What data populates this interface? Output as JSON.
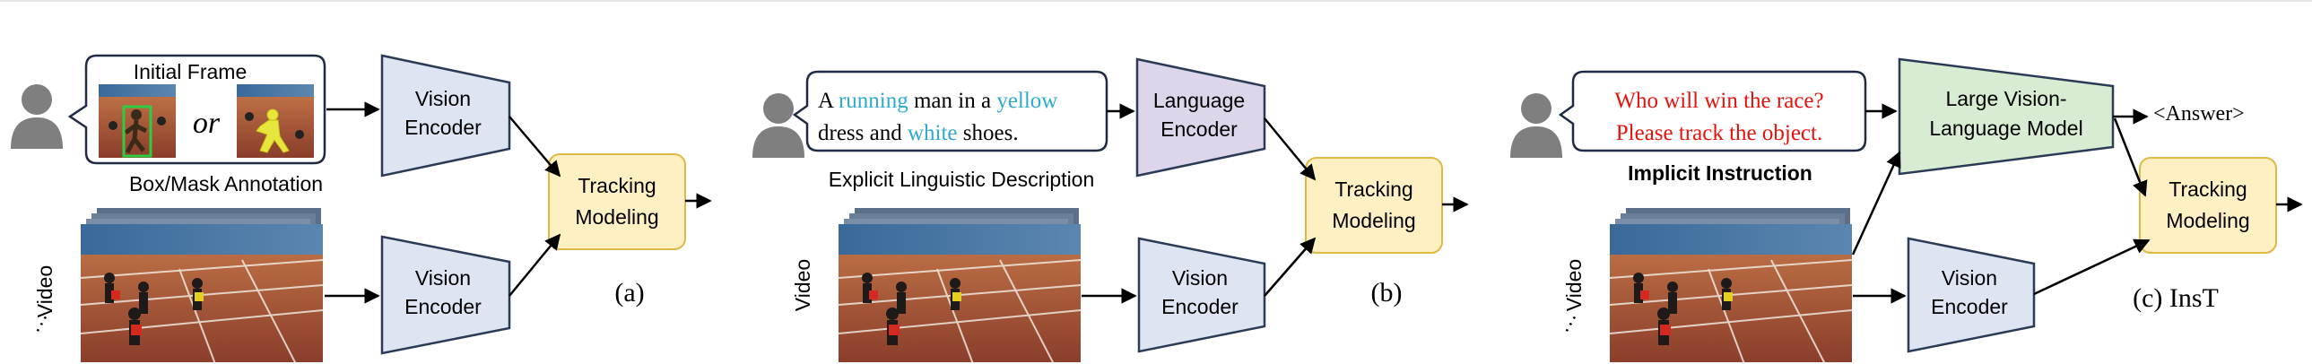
{
  "colors": {
    "encoder_fill": "#dde5f3",
    "encoder_stroke": "#2b3a57",
    "language_encoder_fill": "#ddd6ea",
    "lvlm_fill": "#d7ecd2",
    "tracking_fill": "#fff0c4",
    "tracking_stroke": "#e0b845",
    "bubble_stroke": "#1f2a44",
    "person_icon": "#7f7f7f",
    "highlight_blue": "#2eaad1",
    "instruction_red": "#e8120c",
    "box_annotation_green": "#2ecc40",
    "mask_annotation_yellow": "#e6e63c"
  },
  "panel_a": {
    "initial_frame_label": "Initial Frame",
    "or_label": "or",
    "annotation_caption": "Box/Mask Annotation",
    "encoder_top_line1": "Vision",
    "encoder_top_line2": "Encoder",
    "encoder_bottom_line1": "Vision",
    "encoder_bottom_line2": "Encoder",
    "tracking_line1": "Tracking",
    "tracking_line2": "Modeling",
    "video_label": "Video",
    "panel_label": "(a)"
  },
  "panel_b": {
    "description_line1": [
      "A ",
      "running",
      " man in a ",
      "yellow"
    ],
    "description_line2": [
      "dress and ",
      "white",
      " shoes."
    ],
    "caption": "Explicit Linguistic Description",
    "language_encoder_line1": "Language",
    "language_encoder_line2": "Encoder",
    "encoder_bottom_line1": "Vision",
    "encoder_bottom_line2": "Encoder",
    "tracking_line1": "Tracking",
    "tracking_line2": "Modeling",
    "video_label": "Video",
    "panel_label": "(b)"
  },
  "panel_c": {
    "instruction_line1": "Who will win the race?",
    "instruction_line2": "Please track the object.",
    "caption": "Implicit Instruction",
    "lvlm_line1": "Large Vision-",
    "lvlm_line2": "Language Model",
    "answer_label": "<Answer>",
    "encoder_bottom_line1": "Vision",
    "encoder_bottom_line2": "Encoder",
    "tracking_line1": "Tracking",
    "tracking_line2": "Modeling",
    "video_label": "Video",
    "panel_label": "(c) InsT"
  }
}
